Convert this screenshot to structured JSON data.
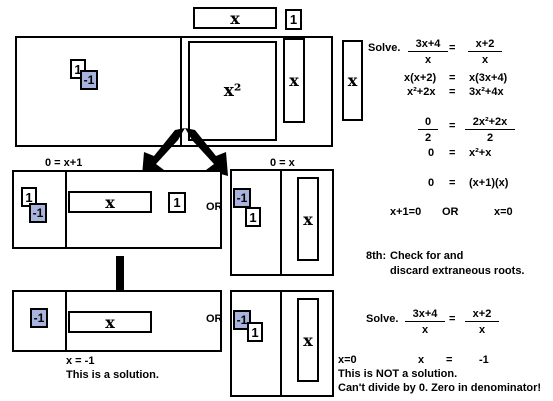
{
  "top_tiles": {
    "x_label": "x",
    "one_label": "1"
  },
  "big_area": {
    "x2_label": "x²",
    "x_label": "x",
    "one_label": "1",
    "neg_one_label": "-1",
    "side_x_label": "x"
  },
  "left_eq": {
    "label": "0 = x+1",
    "x_label": "x",
    "one_label": "1",
    "neg_one_label": "-1"
  },
  "right_eq": {
    "label": "0 = x",
    "x_label": "x",
    "neg_one_label": "-1",
    "one_label": "1"
  },
  "or_labels": {
    "top": "OR",
    "bottom": "OR"
  },
  "bottom_left": {
    "neg_one_label": "-1",
    "x_label": "x",
    "result": "x = -1",
    "note": "This is a solution."
  },
  "bottom_right": {
    "neg_one_label": "-1",
    "one_label": "1",
    "x_label": "x"
  },
  "solve1": {
    "title": "Solve.",
    "frac1_num": "3x+4",
    "frac1_den": "x",
    "eq": "=",
    "frac2_num": "x+2",
    "frac2_den": "x",
    "line2_left": "x(x+2)",
    "line2_right": "x(3x+4)",
    "line3_left": "x²+2x",
    "line3_right": "3x²+4x",
    "line4_left_num": "0",
    "line4_left_den": "2",
    "line4_right_num": "2x²+2x",
    "line4_right_den": "2",
    "line5_left": "0",
    "line5_right": "x²+x",
    "line6_left": "0",
    "line6_right": "(x+1)(x)",
    "roots_left": "x+1=0",
    "roots_or": "OR",
    "roots_right": "x=0"
  },
  "check": {
    "label": "8th:",
    "line1": "Check for and",
    "line2": "discard extraneous roots."
  },
  "solve2": {
    "title": "Solve.",
    "frac1_num": "3x+4",
    "frac1_den": "x",
    "eq": "=",
    "frac2_num": "x+2",
    "frac2_den": "x"
  },
  "bottom_check": {
    "x0": "x=0",
    "x": "x",
    "eq": "=",
    "neg1": "-1",
    "not_solution": "This is NOT a solution.",
    "divide_note": "Can't divide by 0. Zero in denominator!"
  }
}
